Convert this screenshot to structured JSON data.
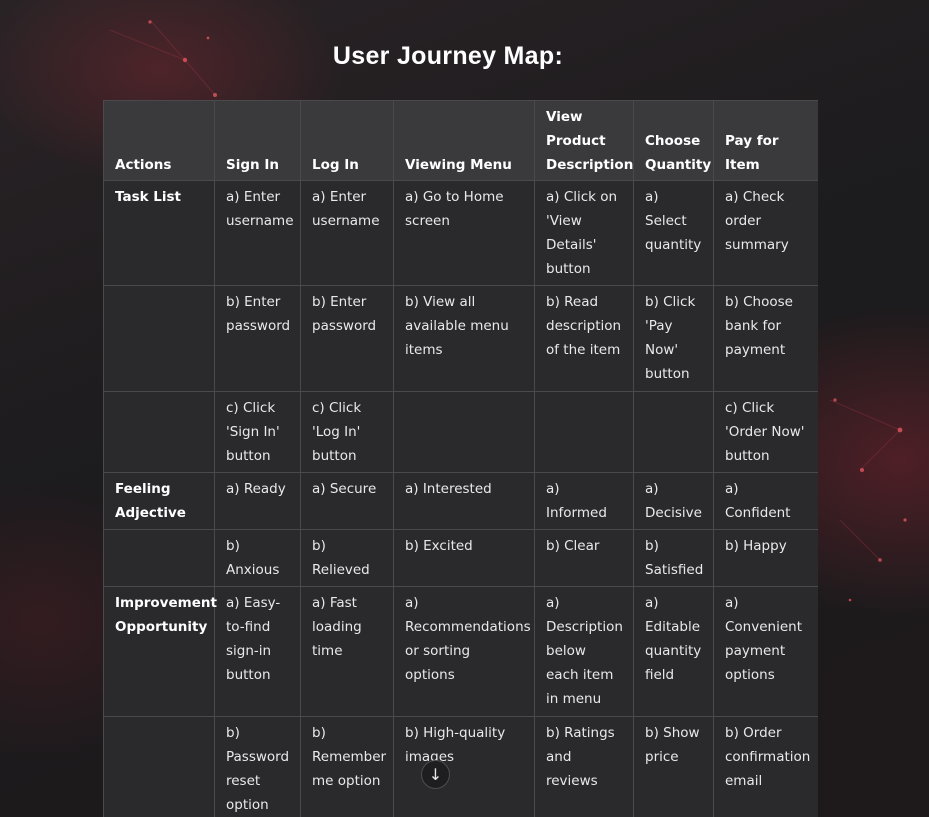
{
  "title": "User Journey Map:",
  "table": {
    "headers": [
      "Actions",
      "Sign In",
      "Log In",
      "Viewing Menu",
      "View Product Description",
      "Choose Quantity",
      "Pay for Item"
    ],
    "rows": [
      [
        "Task List",
        "a) Enter username",
        "a) Enter username",
        "a) Go to Home screen",
        "a) Click on 'View Details' button",
        "a) Select quantity",
        "a) Check order summary"
      ],
      [
        "",
        "b) Enter password",
        "b) Enter password",
        "b) View all available menu items",
        "b) Read description of the item",
        "b) Click 'Pay Now' button",
        "b) Choose bank for payment"
      ],
      [
        "",
        "c) Click 'Sign In' button",
        "c) Click 'Log In' button",
        "",
        "",
        "",
        "c) Click 'Order Now' button"
      ],
      [
        "Feeling Adjective",
        "a) Ready",
        "a) Secure",
        "a) Interested",
        "a) Informed",
        "a) Decisive",
        "a) Confident"
      ],
      [
        "",
        "b) Anxious",
        "b) Relieved",
        "b) Excited",
        "b) Clear",
        "b) Satisfied",
        "b) Happy"
      ],
      [
        "Improvement Opportunity",
        "a) Easy-to-find sign-in button",
        "a) Fast loading time",
        "a) Recommendations or sorting options",
        "a) Description below each item in menu",
        "a) Editable quantity field",
        "a) Convenient payment options"
      ],
      [
        "",
        "b) Password reset option",
        "b) Remember me option",
        "b) High-quality images",
        "b) Ratings and reviews",
        "b) Show price",
        "b) Order confirmation email"
      ]
    ]
  },
  "scroll_button": {
    "icon": "arrow-down-icon",
    "glyph": "↓"
  }
}
